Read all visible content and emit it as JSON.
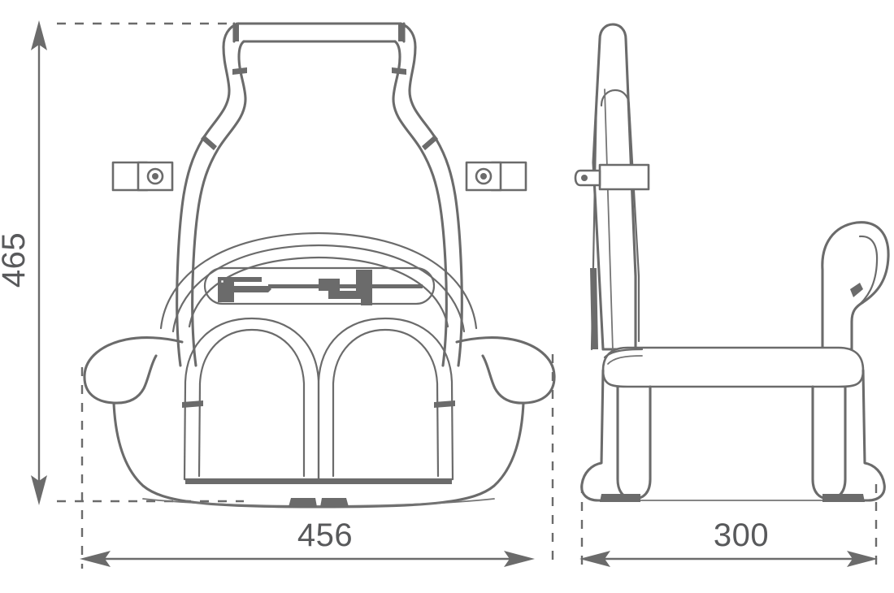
{
  "drawing": {
    "title": "Child Safety Seat Dimensional Drawing",
    "units": "mm",
    "background_color": "#ffffff",
    "line_color": "#6b6b6b",
    "text_color": "#58595b"
  },
  "dimensions": {
    "height": {
      "label": "465",
      "orientation": "vertical",
      "name": "overall-height",
      "units": "mm"
    },
    "front_width": {
      "label": "456",
      "orientation": "horizontal",
      "name": "overall-width-front-view",
      "units": "mm"
    },
    "side_depth": {
      "label": "300",
      "orientation": "horizontal",
      "name": "overall-depth-side-view",
      "units": "mm"
    }
  },
  "views": {
    "front": {
      "name": "front-view",
      "parts": [
        "backrest-frame",
        "left-mount-bracket",
        "right-mount-bracket",
        "harness-buckle",
        "seat-pad",
        "left-armrest",
        "right-armrest",
        "left-leg-opening",
        "right-leg-opening",
        "base-feet"
      ]
    },
    "side": {
      "name": "side-view",
      "parts": [
        "backrest-profile",
        "mount-bracket",
        "seat-cushion",
        "armrest-hook",
        "front-leg",
        "rear-leg",
        "base-feet"
      ]
    }
  },
  "icons": {
    "bracket_pivot": "circle-pivot-icon",
    "arrow_up": "arrow-up-icon",
    "arrow_down": "arrow-down-icon",
    "arrow_left": "arrow-left-icon",
    "arrow_right": "arrow-right-icon"
  }
}
